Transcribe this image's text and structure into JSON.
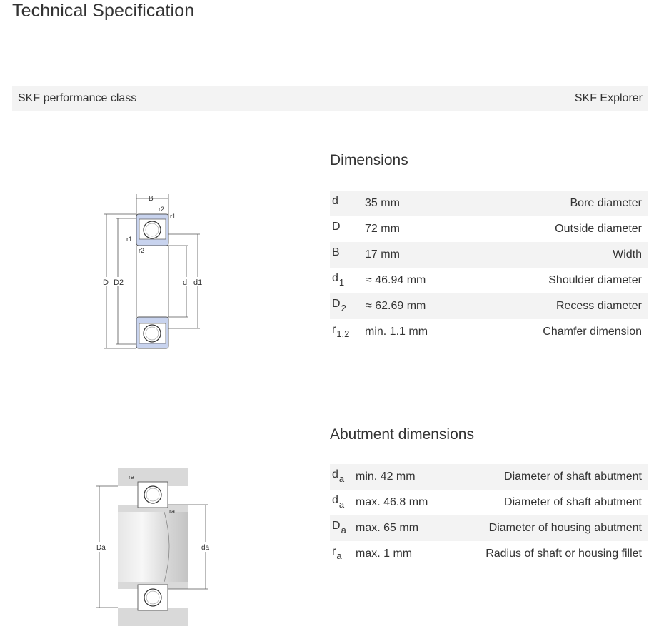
{
  "header": {
    "title": "Technical Specification"
  },
  "performance": {
    "label": "SKF performance class",
    "value": "SKF Explorer"
  },
  "dimensions": {
    "title": "Dimensions",
    "rows": [
      {
        "sym": "d",
        "sub": "",
        "value": "35  mm",
        "desc": "Bore diameter"
      },
      {
        "sym": "D",
        "sub": "",
        "value": "72  mm",
        "desc": "Outside diameter"
      },
      {
        "sym": "B",
        "sub": "",
        "value": "17  mm",
        "desc": "Width"
      },
      {
        "sym": "d",
        "sub": "1",
        "value": "≈ 46.94  mm",
        "desc": "Shoulder diameter"
      },
      {
        "sym": "D",
        "sub": "2",
        "value": "≈ 62.69  mm",
        "desc": "Recess diameter"
      },
      {
        "sym": "r",
        "sub": "1,2",
        "value": "min. 1.1  mm",
        "desc": "Chamfer dimension"
      }
    ]
  },
  "abutment": {
    "title": "Abutment dimensions",
    "rows": [
      {
        "sym": "d",
        "sub": "a",
        "value": "min. 42  mm",
        "desc": "Diameter of shaft abutment"
      },
      {
        "sym": "d",
        "sub": "a",
        "value": "max. 46.8  mm",
        "desc": "Diameter of shaft abutment"
      },
      {
        "sym": "D",
        "sub": "a",
        "value": "max. 65  mm",
        "desc": "Diameter of housing abutment"
      },
      {
        "sym": "r",
        "sub": "a",
        "value": "max. 1  mm",
        "desc": "Radius of shaft or housing fillet"
      }
    ]
  },
  "drawing1": {
    "labels": {
      "B": "B",
      "r2_top": "r2",
      "r1_top": "r1",
      "r1_left": "r1",
      "r2_mid": "r2",
      "D": "D",
      "D2": "D2",
      "d": "d",
      "d1": "d1"
    },
    "colors": {
      "ring": "#c8d3ee",
      "line": "#555555"
    }
  },
  "drawing2": {
    "labels": {
      "ra_top": "ra",
      "ra_mid": "ra",
      "Da": "Da",
      "da": "da"
    },
    "colors": {
      "fill": "#d9d9d9",
      "line": "#555555"
    }
  }
}
